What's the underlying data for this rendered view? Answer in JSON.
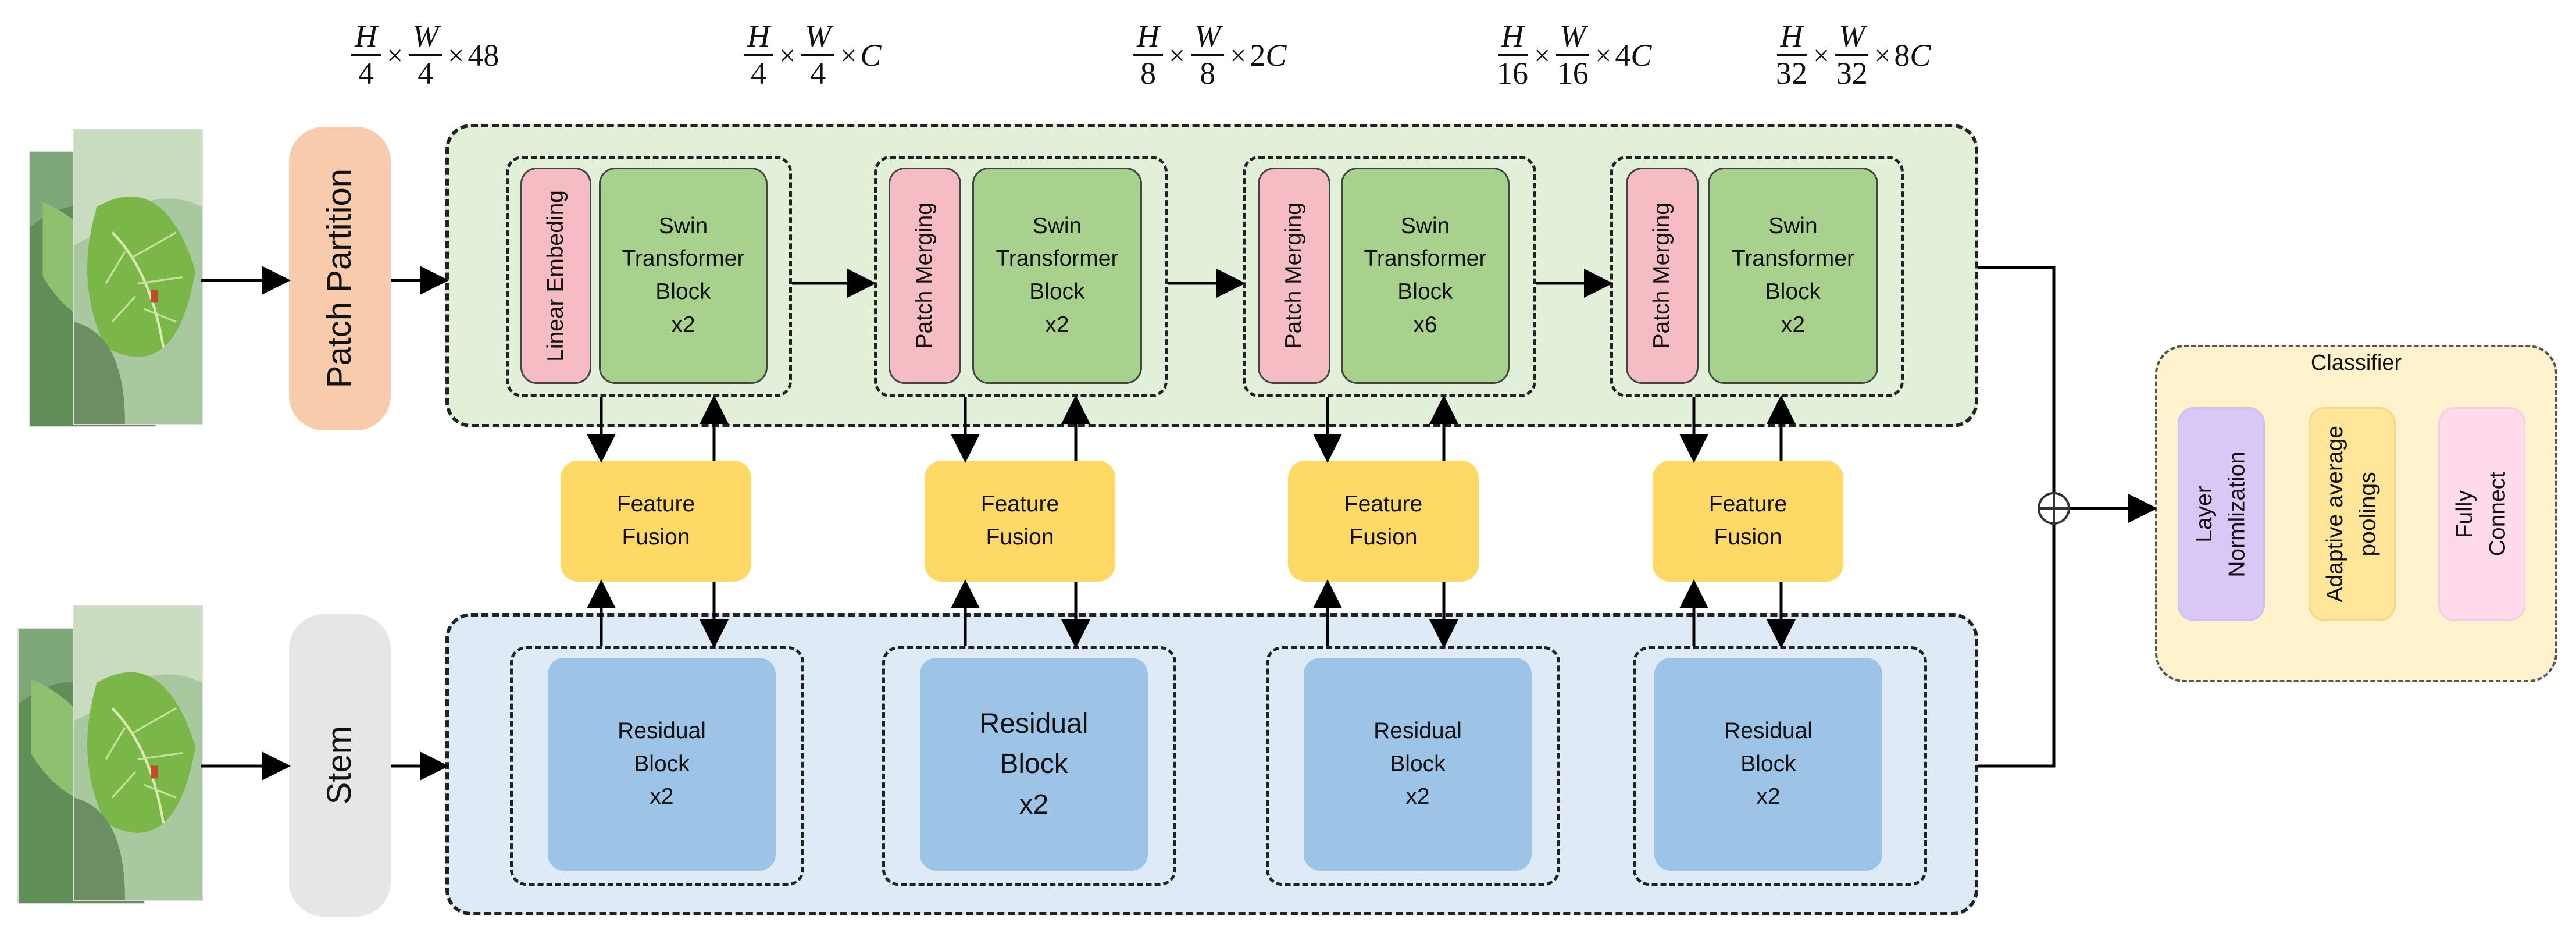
{
  "dims": [
    {
      "num1": "H",
      "den1": "4",
      "num2": "W",
      "den2": "4",
      "tail": "48",
      "tail_var": ""
    },
    {
      "num1": "H",
      "den1": "4",
      "num2": "W",
      "den2": "4",
      "tail": "",
      "tail_var": "C"
    },
    {
      "num1": "H",
      "den1": "8",
      "num2": "W",
      "den2": "8",
      "tail": "2",
      "tail_var": "C"
    },
    {
      "num1": "H",
      "den1": "16",
      "num2": "W",
      "den2": "16",
      "tail": "4",
      "tail_var": "C"
    },
    {
      "num1": "H",
      "den1": "32",
      "num2": "W",
      "den2": "32",
      "tail": "8",
      "tail_var": "C"
    }
  ],
  "times_symbol": "×",
  "patch_partition": "Patch Partition",
  "stem": "Stem",
  "linear_embedding": "Linear Embeding",
  "patch_merging": "Patch Merging",
  "swin": [
    {
      "l1": "Swin",
      "l2": "Transformer",
      "l3": "Block",
      "l4": "x2"
    },
    {
      "l1": "Swin",
      "l2": "Transformer",
      "l3": "Block",
      "l4": "x2"
    },
    {
      "l1": "Swin",
      "l2": "Transformer",
      "l3": "Block",
      "l4": "x6"
    },
    {
      "l1": "Swin",
      "l2": "Transformer",
      "l3": "Block",
      "l4": "x2"
    }
  ],
  "fusion": {
    "l1": "Feature",
    "l2": "Fusion"
  },
  "residual": [
    {
      "l1": "Residual",
      "l2": "Block",
      "l3": "x2"
    },
    {
      "l1": "Residual",
      "l2": "Block",
      "l3": "x2"
    },
    {
      "l1": "Residual",
      "l2": "Block",
      "l3": "x2"
    },
    {
      "l1": "Residual",
      "l2": "Block",
      "l3": "x2"
    }
  ],
  "classifier": {
    "title": "Classifier",
    "layer_norm": {
      "l1": "Layer",
      "l2": "Normlization"
    },
    "pooling": {
      "l1": "Adaptive average",
      "l2": "poolings"
    },
    "fc": {
      "l1": "Fully",
      "l2": "Connect"
    }
  },
  "colors": {
    "swin_region": "#e2efd9",
    "cnn_region": "#deebf7",
    "classifier_region": "#fff2cc",
    "patch_partition": "#f8cbad",
    "stem": "#e7e6e6",
    "layer_norm": "#d9c8f5",
    "pooling": "#ffe699",
    "fc": "#ffd9ec"
  }
}
